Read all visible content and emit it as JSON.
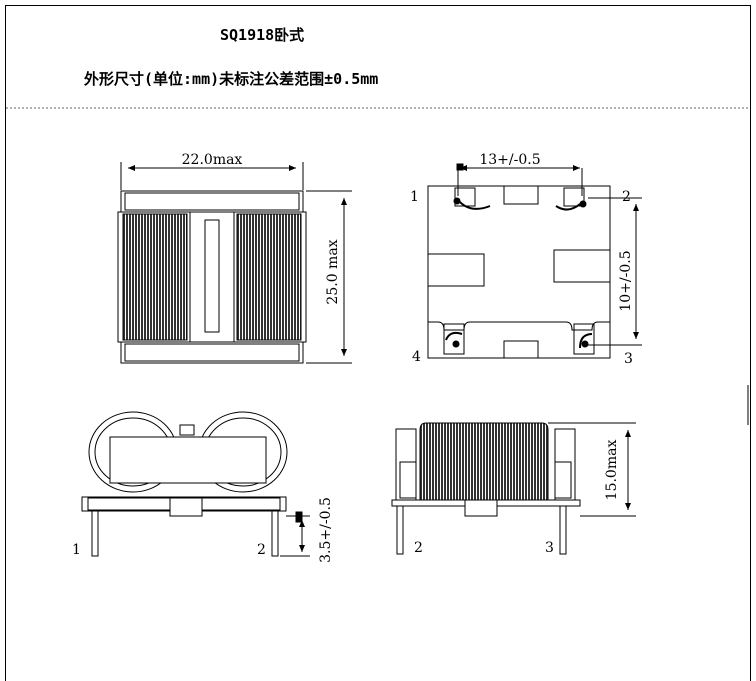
{
  "header": {
    "title": "SQ1918卧式",
    "subtitle": "外形尺寸(单位:mm)未标注公差范围±0.5mm"
  },
  "views": {
    "top": {
      "width": "22.0max",
      "height": "25.0 max"
    },
    "pins": {
      "spacing_x": "13+/-0.5",
      "spacing_y": "10+/-0.5",
      "pin1": "1",
      "pin2": "2",
      "pin3": "3",
      "pin4": "4"
    },
    "front": {
      "lead": "3.5+/-0.5",
      "pin1": "1",
      "pin2": "2"
    },
    "side": {
      "height": "15.0max",
      "pin2": "2",
      "pin3": "3"
    }
  },
  "colors": {
    "line": "#000000",
    "coil": "#555555"
  }
}
